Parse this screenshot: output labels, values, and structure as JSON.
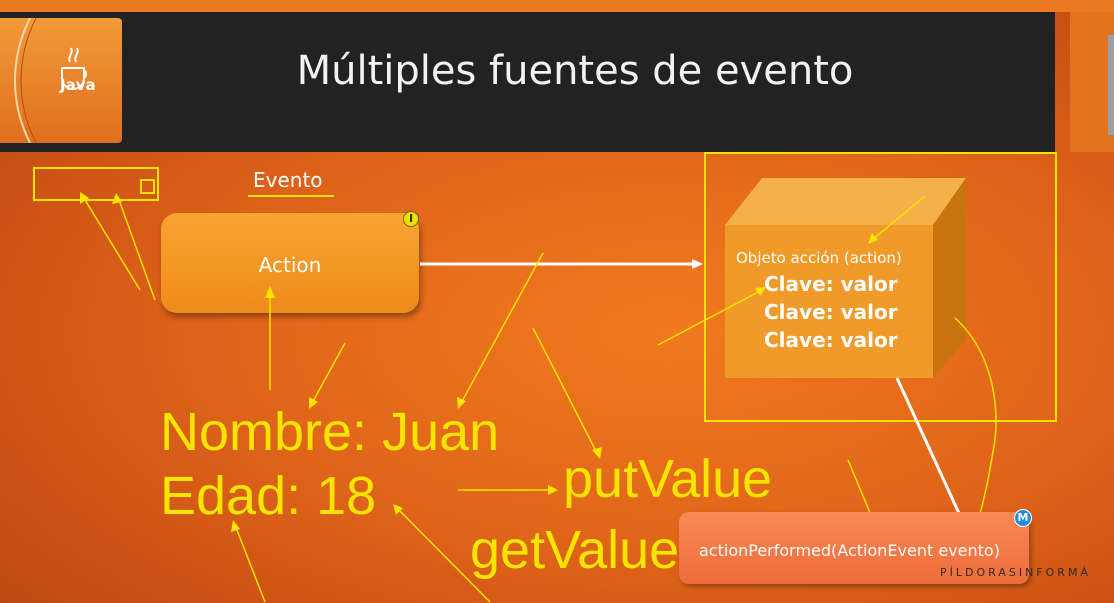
{
  "slide": {
    "title": "Múltiples fuentes de evento",
    "logo_text": "Java"
  },
  "diagram": {
    "evento_label": "Evento",
    "action_label": "Action",
    "interface_badge": "I",
    "cube": {
      "title": "Objeto acción (action)",
      "entries": [
        "Clave: valor",
        "Clave: valor",
        "Clave: valor"
      ]
    },
    "method_box": {
      "label": "actionPerformed(ActionEvent evento)",
      "badge": "M"
    }
  },
  "annotations": {
    "nombre": "Nombre: Juan",
    "edad": "Edad: 18",
    "put_value": "putValue",
    "get_value": "getValue"
  },
  "watermark": "PÍLDORASINFORMÁ",
  "colors": {
    "background": "#e0651a",
    "header": "#222222",
    "annotation": "#f7e400",
    "action_box": "#f29a28",
    "cube": "#f09a2a",
    "method_box": "#f27a45"
  }
}
